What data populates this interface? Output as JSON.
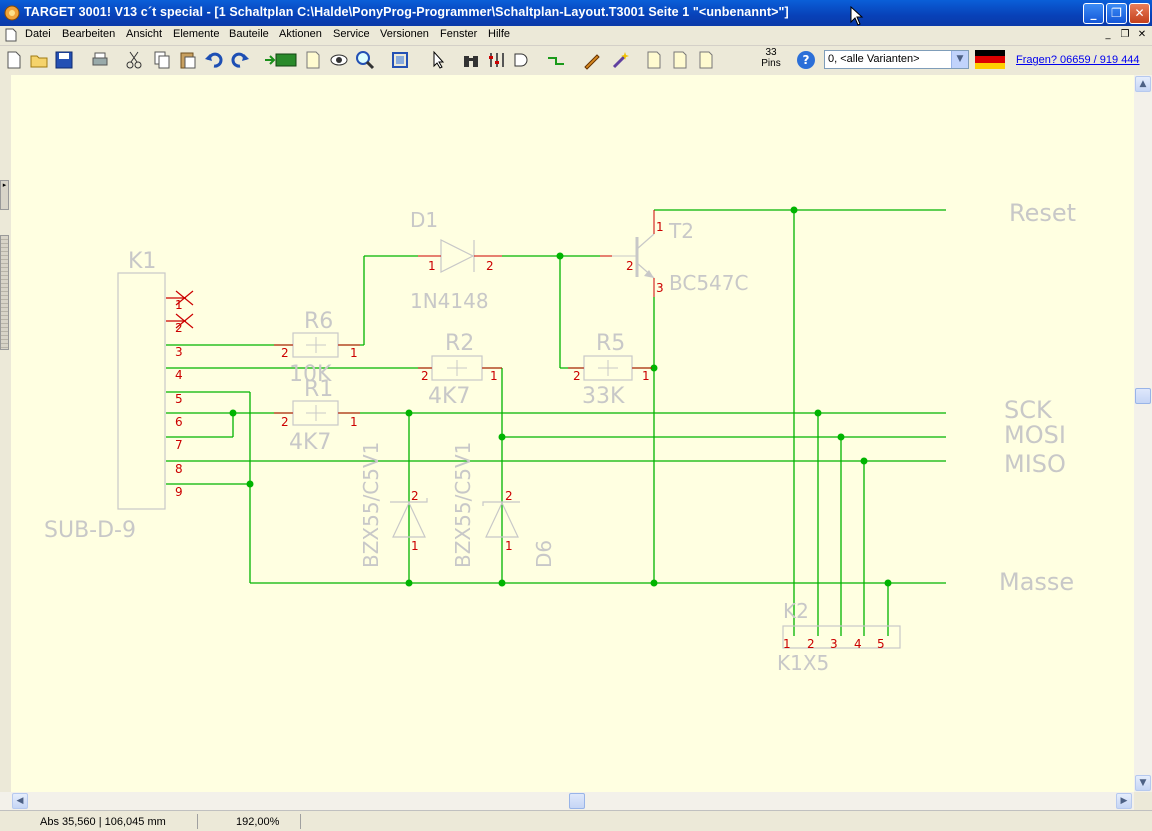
{
  "window": {
    "title": "TARGET 3001! V13 c´t special - [1 Schaltplan C:\\Halde\\PonyProg-Programmer\\Schaltplan-Layout.T3001 Seite 1 \"<unbenannt>\"]",
    "controls": {
      "minimize": "_",
      "maximize": "❐",
      "close": "✕"
    }
  },
  "menu": {
    "items": [
      "Datei",
      "Bearbeiten",
      "Ansicht",
      "Elemente",
      "Bauteile",
      "Aktionen",
      "Service",
      "Versionen",
      "Fenster",
      "Hilfe"
    ],
    "mdi_controls": {
      "minimize": "_",
      "restore": "❐",
      "close": "✕"
    }
  },
  "toolbar": {
    "page_buttons": [
      "1",
      "2",
      "3",
      "4"
    ],
    "pins_count": "33",
    "pins_label": "Pins",
    "help_label": "?",
    "variant_value": "0, <alle Varianten>",
    "support_link": "Fragen? 06659 / 919 444",
    "flag_colors": [
      "#000000",
      "#dd0000",
      "#ffce00"
    ]
  },
  "schematic": {
    "wire_color": "#00b400",
    "pin_color": "#cc0000",
    "label_color": "#c8c8c8",
    "components": {
      "k1": {
        "ref": "K1",
        "value": "SUB-D-9",
        "pins": [
          "1",
          "2",
          "3",
          "4",
          "5",
          "6",
          "7",
          "8",
          "9"
        ]
      },
      "r6": {
        "ref": "R6",
        "value": "10K",
        "pin_a": "2",
        "pin_b": "1"
      },
      "r2": {
        "ref": "R2",
        "value": "4K7",
        "pin_a": "2",
        "pin_b": "1"
      },
      "r1": {
        "ref": "R1",
        "value": "4K7",
        "pin_a": "2",
        "pin_b": "1"
      },
      "r5": {
        "ref": "R5",
        "value": "33K",
        "pin_a": "2",
        "pin_b": "1"
      },
      "d1": {
        "ref": "D1",
        "value": "1N4148",
        "pin_a": "1",
        "pin_b": "2"
      },
      "t2": {
        "ref": "T2",
        "value": "BC547C",
        "pin_c": "1",
        "pin_b": "2",
        "pin_e": "3"
      },
      "z1": {
        "label": "BZX55/C5V1",
        "pin_top": "2",
        "pin_bottom": "1"
      },
      "z2": {
        "label": "BZX55/C5V1",
        "pin_top": "2",
        "pin_bottom": "1"
      },
      "d6": {
        "ref": "D6"
      },
      "k2": {
        "ref": "K2",
        "value": "K1X5",
        "pins": [
          "1",
          "2",
          "3",
          "4",
          "5"
        ]
      }
    },
    "nets": [
      "Reset",
      "SCK",
      "MOSI",
      "MISO",
      "Masse"
    ]
  },
  "status": {
    "coords": "Abs 35,560 | 106,045 mm",
    "zoom": "192,00%"
  }
}
